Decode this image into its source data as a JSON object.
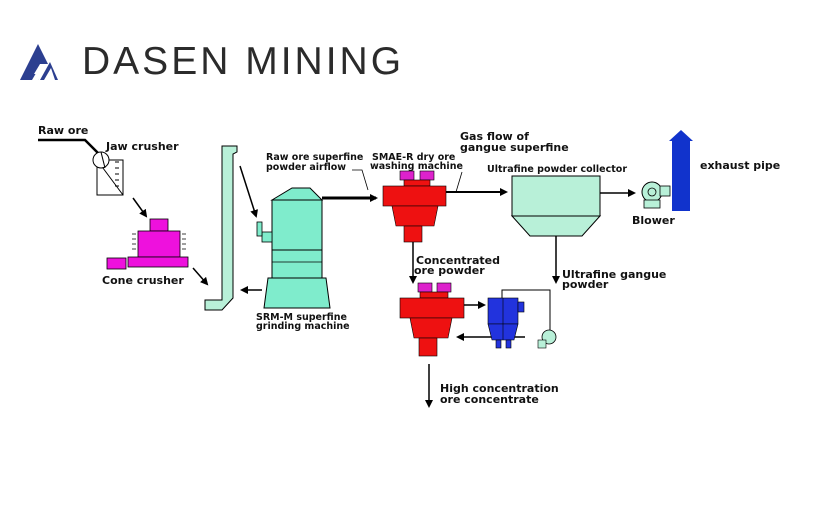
{
  "brand": {
    "name": "DASEN MINING",
    "logo_icon": "mountain-logo-icon",
    "color": "#2c3f90"
  },
  "diagram": {
    "labels": {
      "raw_ore": "Raw ore",
      "jaw_crusher": "Jaw crusher",
      "cone_crusher": "Cone crusher",
      "airflow_1": "Raw ore superfine",
      "airflow_2": "powder airflow",
      "smae_1": "SMAE-R dry ore",
      "smae_2": "washing machine",
      "gas_1": "Gas flow of",
      "gas_2": "gangue superfine",
      "collector": "Ultrafine powder collector",
      "exhaust": "exhaust pipe",
      "blower": "Blower",
      "concentrated_1": "Concentrated",
      "concentrated_2": "ore powder",
      "ultrafine_1": "Ultrafine gangue",
      "ultrafine_2": "powder",
      "srm_1": "SRM-M superfine",
      "srm_2": "grinding machine",
      "high_1": "High concentration",
      "high_2": "ore concentrate"
    },
    "colors": {
      "jaw_crusher": "#ffffff",
      "cone_crusher": "#ee11dd",
      "elevator": "#b8f0d8",
      "grinding_mill": "#7feccc",
      "washing_machine": "#ee1111",
      "motor": "#dd22cc",
      "collector": "#b8f0d8",
      "exhaust_pipe": "#1133cc",
      "blower": "#b8f0d8",
      "cyclone": "#2233dd"
    }
  }
}
